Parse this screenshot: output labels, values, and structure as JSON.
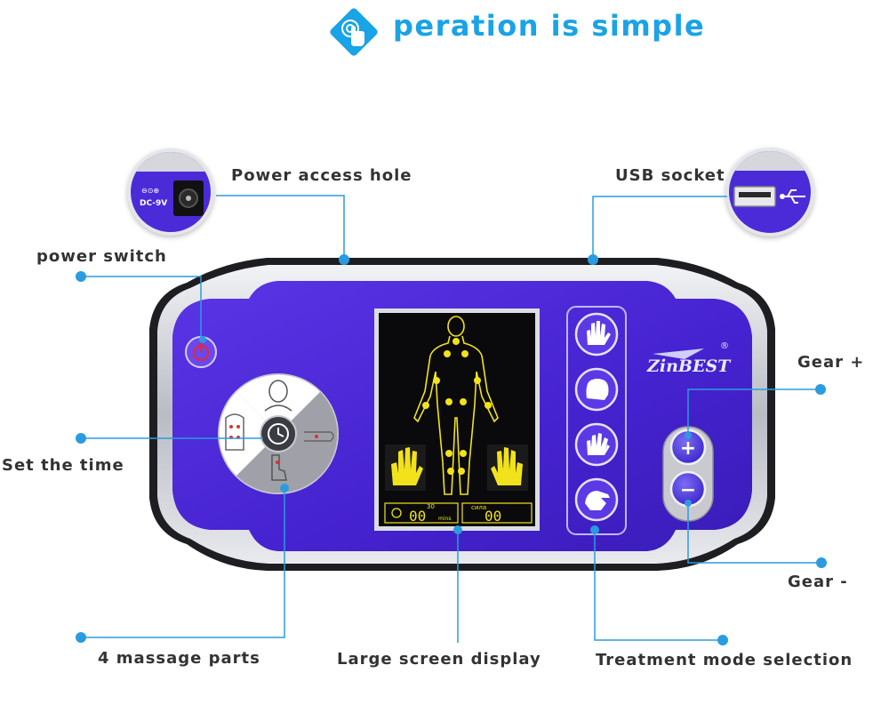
{
  "header": {
    "title": "peration is simple",
    "badge_icon": "touch-hand-icon"
  },
  "labels": {
    "power_access_hole": "Power access hole",
    "usb_socket": "USB socket",
    "power_switch": "power switch",
    "gear_plus": "Gear +",
    "set_the_time": "Set the time",
    "gear_minus": "Gear -",
    "massage_parts": "4 massage parts",
    "large_screen_display": "Large screen display",
    "treatment_mode_selection": "Treatment mode selection"
  },
  "device": {
    "brand": "ZinBEST",
    "registered_mark": "®",
    "dc_label_1": "⊖⊙⊕",
    "dc_label_2": "DC-9V",
    "screen": {
      "timer_value": "00",
      "timer_preset": "30",
      "timer_unit": "mins",
      "level_label": "сила",
      "level_value": "00"
    },
    "plus_symbol": "+",
    "minus_symbol": "−"
  },
  "colors": {
    "accent": "#1aa3e6",
    "panel_purple": "#4b2bd8",
    "frame_dark": "#222222",
    "frame_silver": "#cfd2d8",
    "screen_yellow": "#f2e21b",
    "leader_blue": "#2b9be0"
  }
}
